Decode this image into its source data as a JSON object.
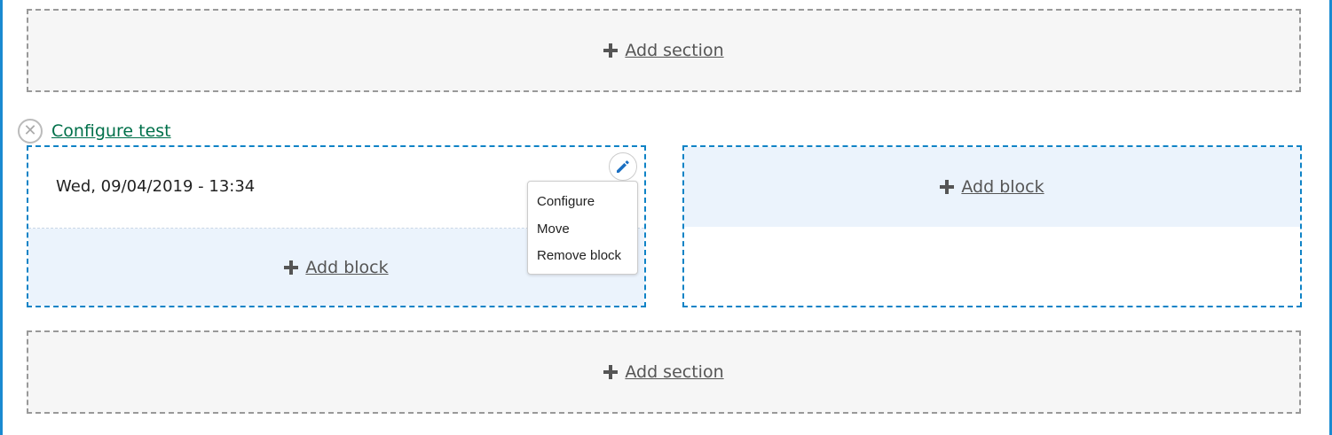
{
  "sections": {
    "add_section_label": "Add section"
  },
  "section": {
    "configure_label": "Configure test",
    "remove_glyph": "✕"
  },
  "first_region": {
    "block_text": "Wed, 09/04/2019 - 13:34",
    "add_block_label": "Add block"
  },
  "second_region": {
    "add_block_label": "Add block"
  },
  "contextual_menu": {
    "items": [
      {
        "label": "Configure"
      },
      {
        "label": "Move"
      },
      {
        "label": "Remove block"
      }
    ]
  },
  "colors": {
    "accent_blue": "#1a8ad1",
    "link_green": "#00704a",
    "region_fill": "#ebf3fc"
  }
}
